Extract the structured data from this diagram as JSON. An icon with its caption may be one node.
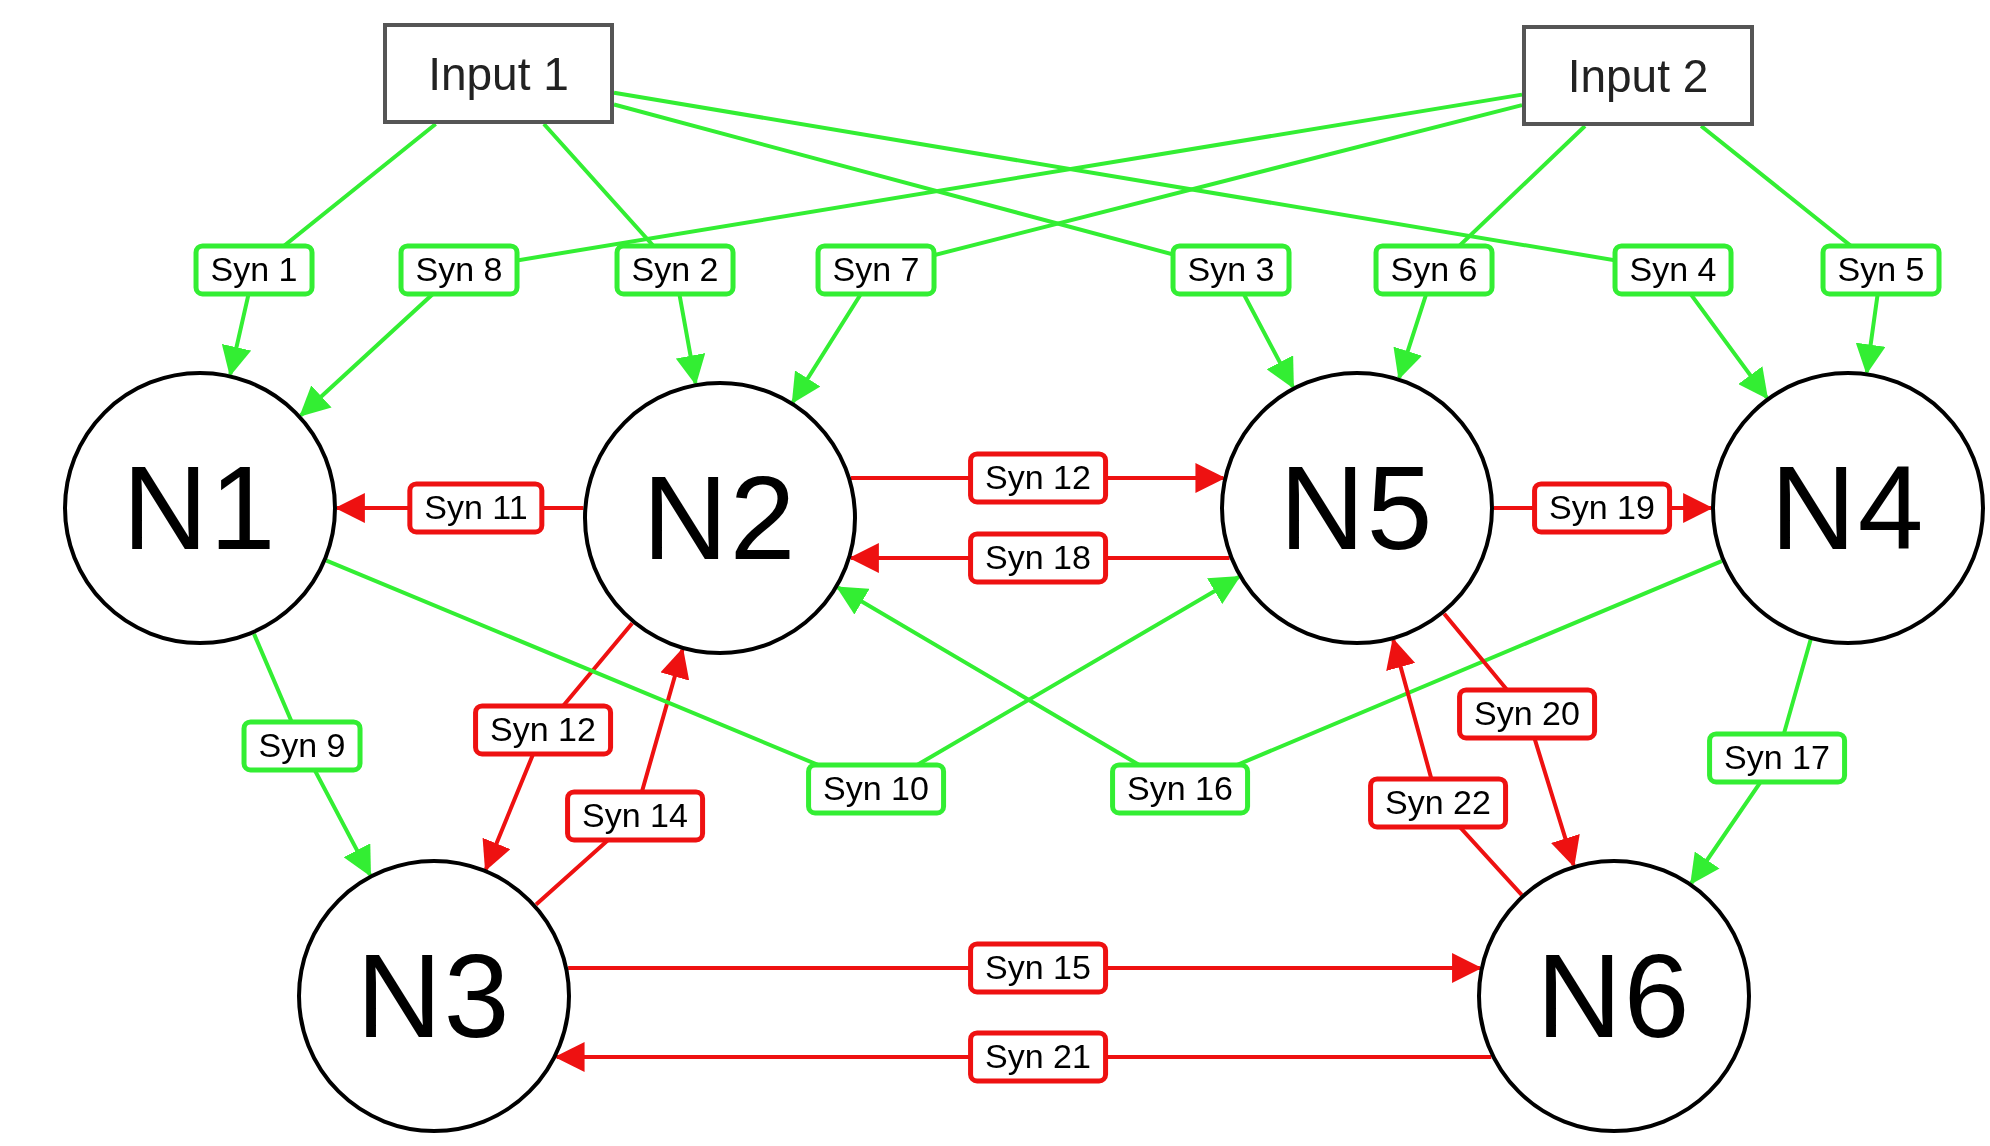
{
  "diagram": {
    "nodes": [
      {
        "text": [
          "Input 1"
        ]
      },
      {
        "text": [
          "Input 2"
        ]
      },
      {
        "text": [
          "N1"
        ]
      },
      {
        "text": [
          "N2"
        ]
      },
      {
        "text": [
          "N5"
        ]
      },
      {
        "text": [
          "N4"
        ]
      },
      {
        "text": [
          "N3"
        ]
      },
      {
        "text": [
          "N6"
        ]
      }
    ],
    "edges": [
      {
        "from": 0,
        "to": 2,
        "arrow": "to",
        "label": "Syn 1"
      },
      {
        "from": 1,
        "to": 2,
        "arrow": "to",
        "label": "Syn 8"
      },
      {
        "from": 0,
        "to": 3,
        "arrow": "to",
        "label": "Syn 2"
      },
      {
        "from": 1,
        "to": 3,
        "arrow": "to",
        "label": "Syn 7"
      },
      {
        "from": 0,
        "to": 4,
        "arrow": "to",
        "label": "Syn 3"
      },
      {
        "from": 1,
        "to": 4,
        "arrow": "to",
        "label": "Syn 6"
      },
      {
        "from": 0,
        "to": 5,
        "arrow": "to",
        "label": "Syn 4"
      },
      {
        "from": 1,
        "to": 5,
        "arrow": "to",
        "label": "Syn 5"
      },
      {
        "from": 3,
        "to": 2,
        "arrow": "to",
        "label": "Syn 11",
        "color": "#ee1111"
      },
      {
        "from": 3,
        "to": 4,
        "arrow": "to",
        "label": "Syn 12",
        "color": "#ee1111"
      },
      {
        "from": 4,
        "to": 3,
        "arrow": "to",
        "label": "Syn 18",
        "color": "#ee1111"
      },
      {
        "from": 4,
        "to": 5,
        "arrow": "to",
        "label": "Syn 19",
        "color": "#ee1111"
      },
      {
        "from": 2,
        "to": 6,
        "arrow": "to",
        "label": "Syn 9"
      },
      {
        "from": 3,
        "to": 6,
        "arrow": "to",
        "label": "Syn 12",
        "color": "#ee1111"
      },
      {
        "from": 6,
        "to": 3,
        "arrow": "to",
        "label": "Syn 14",
        "color": "#ee1111"
      },
      {
        "from": 2,
        "to": 4,
        "arrow": "to",
        "label": "Syn 10"
      },
      {
        "from": 5,
        "to": 3,
        "arrow": "to",
        "label": "Syn 16"
      },
      {
        "from": 4,
        "to": 7,
        "arrow": "to",
        "label": "Syn 20",
        "color": "#ee1111"
      },
      {
        "from": 7,
        "to": 4,
        "arrow": "to",
        "label": "Syn 22",
        "color": "#ee1111"
      },
      {
        "from": 5,
        "to": 7,
        "arrow": "to",
        "label": "Syn 17"
      },
      {
        "from": 6,
        "to": 7,
        "arrow": "to",
        "label": "Syn 15",
        "color": "#ee1111"
      },
      {
        "from": 7,
        "to": 6,
        "arrow": "to",
        "label": "Syn 21",
        "color": "#ee1111"
      }
    ]
  }
}
